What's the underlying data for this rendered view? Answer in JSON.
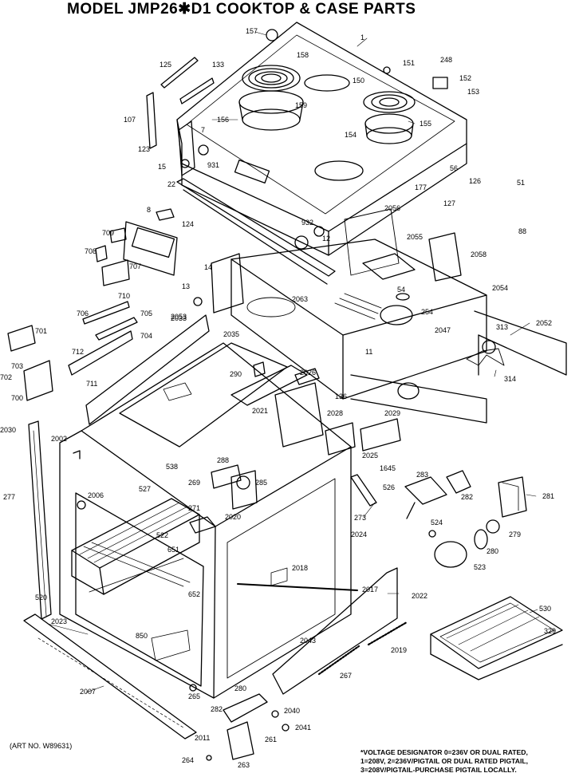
{
  "title": "MODEL JMP26✱D1  COOKTOP & CASE   PARTS",
  "art_number": "(ART NO. W89631)",
  "voltage_note": [
    "*VOLTAGE DESIGNATOR 0=236V OR DUAL RATED,",
    "1=208V, 2=236V/PIGTAIL OR DUAL RATED PIGTAIL,",
    "3=208V/PIGTAIL-PURCHASE PIGTAIL LOCALLY."
  ],
  "part_labels": [
    "1",
    "157",
    "158",
    "159",
    "156",
    "155",
    "154",
    "150",
    "151",
    "152",
    "153",
    "248",
    "125",
    "133",
    "107",
    "123",
    "7",
    "15",
    "931",
    "22",
    "8",
    "124",
    "2056",
    "2055",
    "2058",
    "2054",
    "2053",
    "2052",
    "2047",
    "313",
    "314",
    "127",
    "126",
    "56",
    "177",
    "51",
    "88",
    "709",
    "708",
    "707",
    "710",
    "706",
    "705",
    "704",
    "701",
    "703",
    "702",
    "700",
    "712",
    "711",
    "2033",
    "2035",
    "290",
    "2063",
    "254",
    "11",
    "136",
    "2026",
    "2021",
    "2029",
    "2028",
    "2025",
    "2030",
    "2002",
    "538",
    "527",
    "288",
    "269",
    "285",
    "2020",
    "271",
    "2006",
    "522",
    "651",
    "652",
    "2024",
    "1645",
    "526",
    "283",
    "282",
    "273",
    "281",
    "524",
    "279",
    "280",
    "523",
    "277",
    "520",
    "2023",
    "850",
    "2018",
    "2017",
    "2022",
    "530",
    "329",
    "2043",
    "2019",
    "267",
    "2007",
    "265",
    "282",
    "280",
    "2040",
    "2041",
    "2011",
    "261",
    "264",
    "263",
    "54",
    "932",
    "14",
    "13",
    "12"
  ],
  "icons": [
    "cooktop-frame",
    "coil-surface-unit",
    "drip-bowl",
    "burner-opening",
    "control-panel",
    "oven-case",
    "broiler-pan",
    "rack",
    "door-frame",
    "hinge",
    "spring"
  ]
}
